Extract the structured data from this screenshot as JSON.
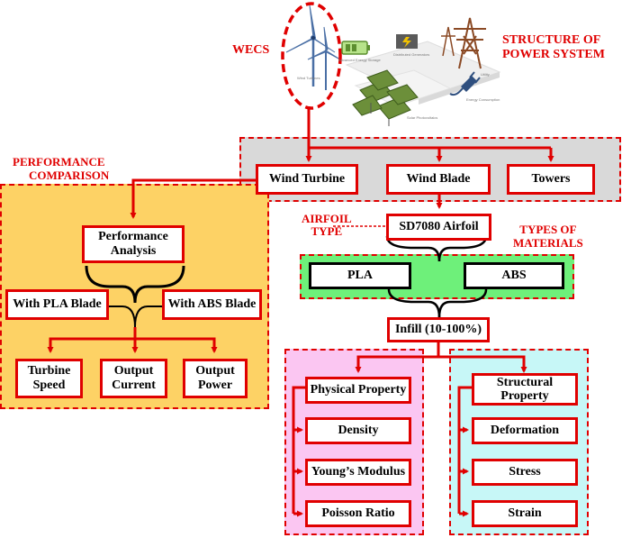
{
  "colors": {
    "accent": "#e00000",
    "performance_panel": "#fdd265",
    "structure_panel": "#d9d9d9",
    "materials_panel": "#6ef07a",
    "physical_panel": "#fbc6f2",
    "structural_panel": "#c7f7f7"
  },
  "labels": {
    "wecs": "WECS",
    "structure": [
      "STRUCTURE OF",
      "POWER SYSTEM"
    ],
    "performance": [
      "PERFORMANCE",
      "COMPARISON"
    ],
    "airfoil": [
      "AIRFOIL",
      "TYPE"
    ],
    "materials": [
      "TYPES OF",
      "MATERIALS"
    ]
  },
  "illustration": {
    "captions": [
      "Advanced Energy Storage",
      "Distributed Generators",
      "Utility",
      "Energy Consumption",
      "Solar Photovoltaics",
      "Wind Turbines"
    ],
    "icons": [
      "wind-turbine-icon",
      "battery-icon",
      "generator-icon",
      "transmission-tower-icon",
      "plug-icon",
      "solar-panel-icon"
    ]
  },
  "nodes": {
    "wind_turbine": "Wind Turbine",
    "wind_blade": "Wind Blade",
    "towers": "Towers",
    "performance_analysis": [
      "Performance",
      "Analysis"
    ],
    "pla_blade": "With PLA Blade",
    "abs_blade": "With ABS Blade",
    "turbine_speed": [
      "Turbine",
      "Speed"
    ],
    "output_current": [
      "Output",
      "Current"
    ],
    "output_power": [
      "Output",
      "Power"
    ],
    "airfoil": "SD7080 Airfoil",
    "pla": "PLA",
    "abs": "ABS",
    "infill": "Infill (10-100%)",
    "physical_property": "Physical Property",
    "density": "Density",
    "youngs_modulus": "Young’s Modulus",
    "poisson_ratio": "Poisson Ratio",
    "structural_property": [
      "Structural",
      "Property"
    ],
    "deformation": "Deformation",
    "stress": "Stress",
    "strain": "Strain"
  }
}
